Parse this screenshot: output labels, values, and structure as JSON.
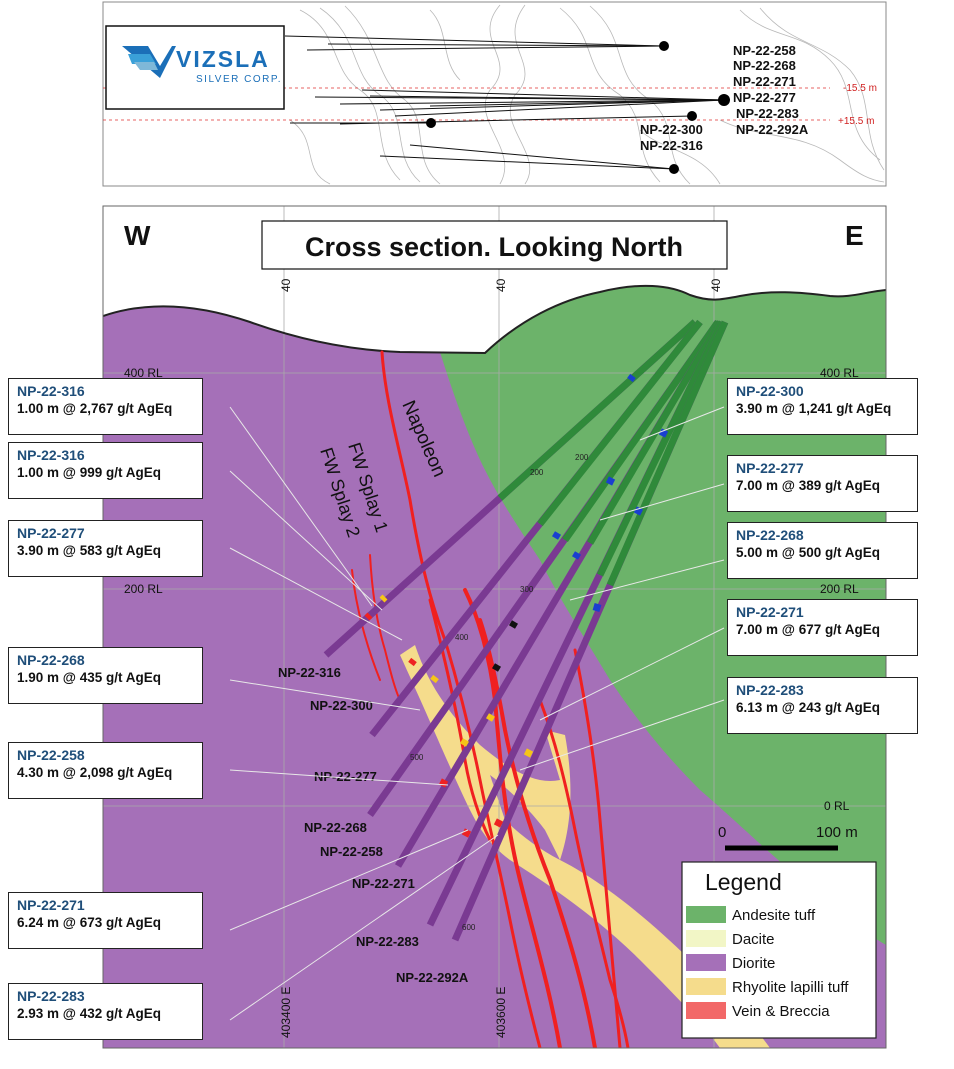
{
  "logo": {
    "brand": "VIZSLA",
    "subtitle": "SILVER CORP."
  },
  "plan_view": {
    "labels_right": [
      "NP-22-258",
      "NP-22-268",
      "NP-22-271",
      "NP-22-277",
      "NP-22-283",
      "NP-22-292A"
    ],
    "labels_center": [
      "NP-22-300",
      "NP-22-316"
    ],
    "offset_minus": "-15.5 m",
    "offset_plus": "+15.5 m"
  },
  "section": {
    "title": "Cross section. Looking North",
    "west": "W",
    "east": "E",
    "rl_labels": [
      "400 RL",
      "200 RL",
      "0 RL"
    ],
    "easting_labels": [
      "403400 E",
      "403600 E"
    ],
    "easting_top_stub": "40",
    "structure_labels": [
      "Napoleon",
      "FW Splay 1",
      "FW Splay 2"
    ],
    "scale_start": "0",
    "scale_end": "100 m",
    "hole_labels": [
      "NP-22-316",
      "NP-22-300",
      "NP-22-277",
      "NP-22-268",
      "NP-22-258",
      "NP-22-271",
      "NP-22-283",
      "NP-22-292A"
    ],
    "depth_marks": [
      "200",
      "300",
      "400",
      "500",
      "600"
    ]
  },
  "callouts_left": [
    {
      "hole": "NP-22-316",
      "value": "1.00 m @ 2,767 g/t AgEq"
    },
    {
      "hole": "NP-22-316",
      "value": "1.00 m @ 999 g/t AgEq"
    },
    {
      "hole": "NP-22-277",
      "value": "3.90 m @ 583 g/t AgEq"
    },
    {
      "hole": "NP-22-268",
      "value": "1.90 m @ 435 g/t AgEq"
    },
    {
      "hole": "NP-22-258",
      "value": "4.30 m @ 2,098 g/t AgEq"
    },
    {
      "hole": "NP-22-271",
      "value": "6.24 m @ 673 g/t AgEq"
    },
    {
      "hole": "NP-22-283",
      "value": "2.93 m @ 432 g/t AgEq"
    }
  ],
  "callouts_right": [
    {
      "hole": "NP-22-300",
      "value": "3.90 m @ 1,241 g/t AgEq"
    },
    {
      "hole": "NP-22-277",
      "value": "7.00 m @ 389 g/t AgEq"
    },
    {
      "hole": "NP-22-268",
      "value": "5.00 m @ 500 g/t AgEq"
    },
    {
      "hole": "NP-22-271",
      "value": "7.00 m @ 677 g/t AgEq"
    },
    {
      "hole": "NP-22-283",
      "value": "6.13 m @ 243 g/t AgEq"
    }
  ],
  "legend": {
    "title": "Legend",
    "items": [
      {
        "label": "Andesite tuff",
        "color": "#6cb36a"
      },
      {
        "label": "Dacite",
        "color": "#f2f6c6"
      },
      {
        "label": "Diorite",
        "color": "#a570b8"
      },
      {
        "label": "Rhyolite lapilli tuff",
        "color": "#f5dc8c"
      },
      {
        "label": "Vein & Breccia",
        "color": "#f26868"
      }
    ]
  },
  "colors": {
    "andesite": "#6cb36a",
    "diorite": "#a570b8",
    "rhyolite": "#f5dc8c",
    "vein": "#f02020",
    "drill_green": "#2f8a3a",
    "drill_purple": "#7a3a92",
    "callout_hole_text": "#1f4e79",
    "logo_blue": "#1b6fb8"
  }
}
